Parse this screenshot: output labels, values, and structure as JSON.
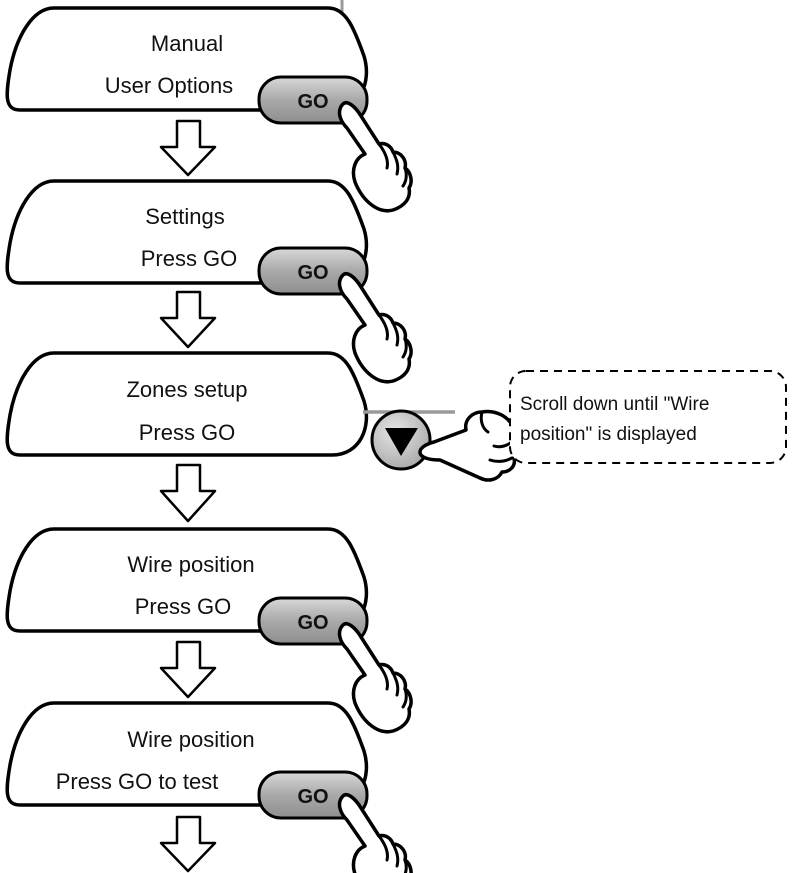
{
  "steps": [
    {
      "line1": "Manual",
      "line2": "User Options",
      "control": "go"
    },
    {
      "line1": "Settings",
      "line2": "Press GO",
      "control": "go"
    },
    {
      "line1": "Zones setup",
      "line2": "Press GO",
      "control": "down"
    },
    {
      "line1": "Wire position",
      "line2": "Press GO",
      "control": "go"
    },
    {
      "line1": "Wire position",
      "line2": "Press GO to test",
      "control": "go"
    }
  ],
  "go_button": {
    "label": "GO"
  },
  "scroll_note": {
    "line1": "Scroll down until \"Wire",
    "line2": "position\" is displayed"
  },
  "colors": {
    "outline": "#000000",
    "go_button_fill": "#a9a9a9",
    "down_button_fill": "#c4c4c4",
    "connector_line": "#9a9a9a"
  },
  "icons": [
    "flow-arrow-icon",
    "pointing-hand-icon",
    "down-triangle-icon"
  ]
}
